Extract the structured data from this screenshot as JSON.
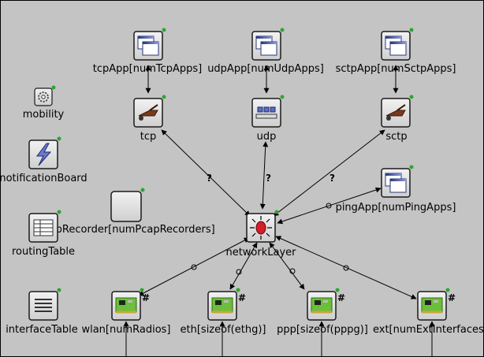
{
  "modules": {
    "tcpApp": "tcpApp[numTcpApps]",
    "udpApp": "udpApp[numUdpApps]",
    "sctpApp": "sctpApp[numSctpApps]",
    "mobility": "mobility",
    "tcp": "tcp",
    "udp": "udp",
    "sctp": "sctp",
    "notificationBoard": "notificationBoard",
    "pcapRecorder": "pcapRecorder[numPcapRecorders]",
    "pingApp": "pingApp[numPingApps]",
    "networkLayer": "networkLayer",
    "routingTable": "routingTable",
    "interfaceTable": "interfaceTable",
    "wlan": "wlan[numRadios]",
    "eth": "eth[sizeof(ethg)]",
    "ppp": "ppp[sizeof(pppg)]",
    "ext": "ext[numExtInterfaces]"
  },
  "edge_labels": {
    "question": "?",
    "vector_mark": "#"
  },
  "colors": {
    "background": "#c4c4c4",
    "border": "#1a1a1a",
    "nic_board": "#6cbf3a",
    "router_eye": "#d21f2a",
    "status_dot": "#2fa531"
  }
}
